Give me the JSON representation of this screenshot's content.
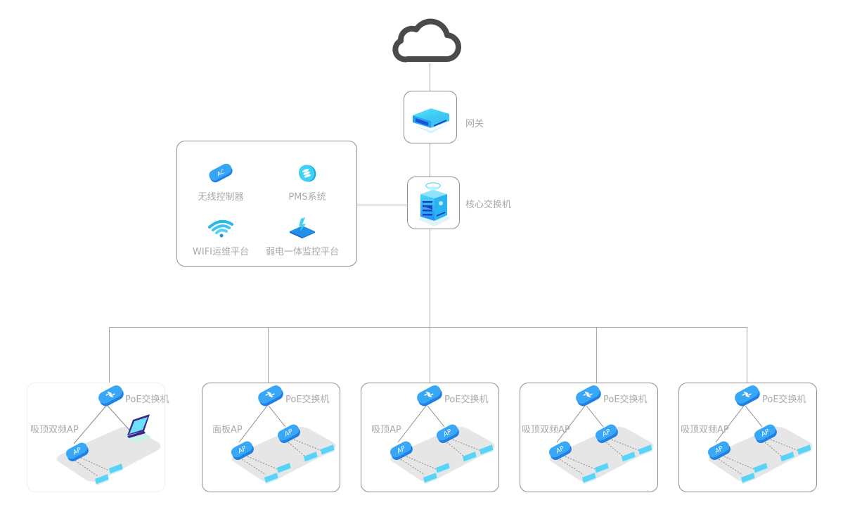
{
  "diagram": {
    "title": "",
    "cloud": {
      "icon": "cloud-icon"
    },
    "gateway": {
      "label": "网关",
      "icon": "gateway-router-icon"
    },
    "core_switch": {
      "label": "核心交换机",
      "icon": "core-switch-icon"
    },
    "services_panel": {
      "items": [
        {
          "label": "无线控制器",
          "icon": "ac-controller-icon",
          "badge": "AC"
        },
        {
          "label": "PMS系统",
          "icon": "pms-database-icon"
        },
        {
          "label": "WIFI运维平台",
          "icon": "wifi-icon"
        },
        {
          "label": "弱电一体监控平台",
          "icon": "monitor-platform-icon"
        }
      ]
    },
    "sites": [
      {
        "switch_label": "PoE交换机",
        "ap_label": "吸顶双频AP",
        "ap_badge": "AP",
        "switch_icon": "poe-switch-icon",
        "variant": "laptop"
      },
      {
        "switch_label": "PoE交换机",
        "ap_label": "面板AP",
        "ap_badge": "AP",
        "switch_icon": "poe-switch-icon",
        "variant": "dual-ap"
      },
      {
        "switch_label": "PoE交换机",
        "ap_label": "吸顶AP",
        "ap_badge": "AP",
        "switch_icon": "poe-switch-icon",
        "variant": "dual-ap"
      },
      {
        "switch_label": "PoE交换机",
        "ap_label": "吸顶双频AP",
        "ap_badge": "AP",
        "switch_icon": "poe-switch-icon",
        "variant": "dual-ap"
      },
      {
        "switch_label": "PoE交换机",
        "ap_label": "吸顶双频AP",
        "ap_badge": "AP",
        "switch_icon": "poe-switch-icon",
        "variant": "dual-ap"
      }
    ],
    "colors": {
      "line": "#a8a8a8",
      "border": "#8f8f8f",
      "label": "#a9a9a9",
      "accent_blue": "#2b8ef0",
      "accent_cyan": "#3fd0f5",
      "floor": "#e6e6e6"
    }
  }
}
